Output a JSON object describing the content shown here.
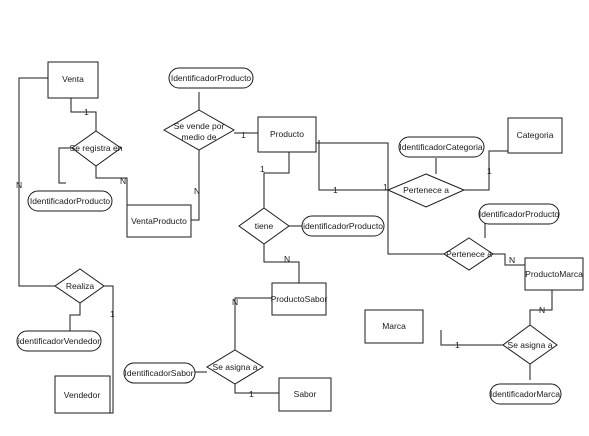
{
  "entities": {
    "venta": "Venta",
    "producto": "Producto",
    "categoria": "Categoria",
    "venta_producto": "VentaProducto",
    "producto_sabor": "ProductoSabor",
    "producto_marca": "ProductoMarca",
    "marca": "Marca",
    "sabor": "Sabor",
    "vendedor": "Vendedor"
  },
  "relationships": {
    "se_registra_en": "Se registra en",
    "se_vende_por_medio_de_line1": "Se vende por",
    "se_vende_por_medio_de_line2": "medio de",
    "pertenece_a_categoria": "Pertenece a",
    "tiene": "tiene",
    "pertenece_a_marca": "Pertenece a",
    "realiza": "Realiza",
    "se_asigna_a_sabor": "Se asigna a",
    "se_asigna_a_marca": "Se asigna a"
  },
  "attributes": {
    "identificador_producto_top": "IdentificadorProducto",
    "identificador_producto_left": "IdentificadorProducto",
    "identificador_categoria": "IdentificadorCategoria",
    "identificador_producto_tiene": "identificadorProducto",
    "identificador_producto_right": "IdentificadorProducto",
    "identificador_vendedor": "identificadorVendedor",
    "identificador_sabor": "IdentificadorSabor",
    "identificador_marca": "IdentificadorMarca"
  },
  "cardinalities": {
    "venta_registra": "1",
    "registra_ventaproducto": "N",
    "ventaproducto_vende": "N",
    "vende_producto": "1",
    "producto_pertenece": "1",
    "pertenece_categoria": "1",
    "producto_tiene": "1",
    "tiene_productosabor": "N",
    "pertenece_productomarca": "N",
    "venta_realiza": "N",
    "realiza_vendedor": "1",
    "productosabor_asigna": "N",
    "asigna_sabor": "1",
    "marca_asigna": "1",
    "asigna_productomarca": "N"
  }
}
